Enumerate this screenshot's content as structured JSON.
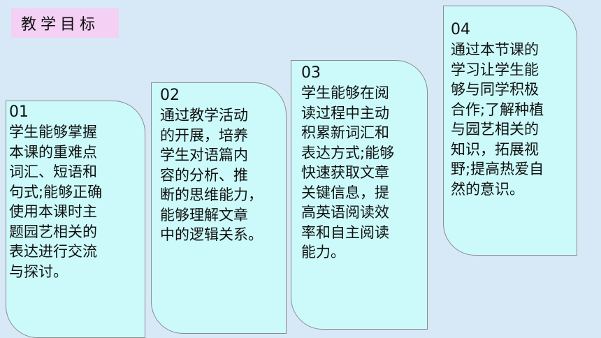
{
  "title": "教学目标",
  "cards": [
    {
      "num": "01",
      "text": "学生能够掌握\n本课的重难点\n词汇、短语和\n句式;能够正确\n使用本课时主\n题园艺相关的\n表达进行交流\n与探讨。"
    },
    {
      "num": "02",
      "text": "通过教学活动\n的开展，培养\n学生对语篇内\n容的分析、推\n断的思维能力，\n能够理解文章\n中的逻辑关系。"
    },
    {
      "num": "03",
      "text": "学生能够在阅\n读过程中主动\n积累新词汇和\n表达方式;能够\n快速获取文章\n关键信息，提\n高英语阅读效\n率和自主阅读\n能力。"
    },
    {
      "num": "04",
      "text": "通过本节课的\n学习让学生能\n够与同学积极\n合作;了解种植\n与园艺相关的\n知识，拓展视\n野;提高热爱自\n然的意识。"
    }
  ]
}
